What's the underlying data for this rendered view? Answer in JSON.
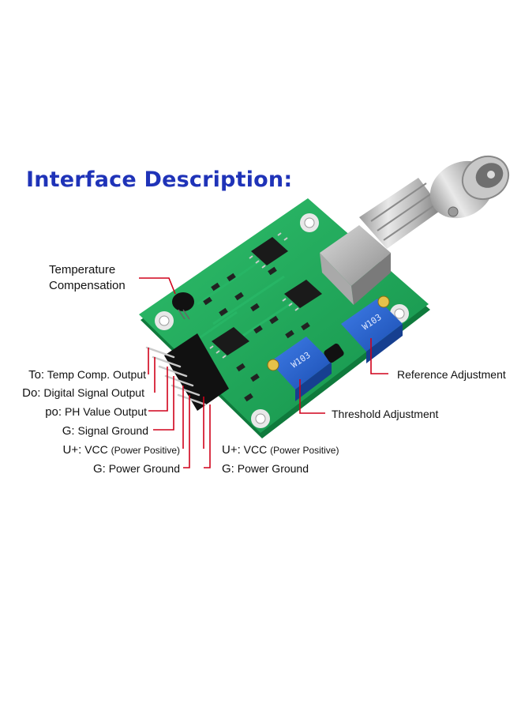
{
  "title": "Interface Description:",
  "temperature_label": [
    "Temperature",
    "Compensation"
  ],
  "pins_left": [
    {
      "code": "To:",
      "text": "Temp Comp. Output"
    },
    {
      "code": "Do:",
      "text": "Digital Signal Output"
    },
    {
      "code": "po:",
      "text": "PH Value Output"
    },
    {
      "code": "G:",
      "text": "Signal Ground"
    },
    {
      "code": "U+:",
      "text": "VCC",
      "note": "(Power Positive)"
    },
    {
      "code": "G:",
      "text": "Power Ground"
    }
  ],
  "pins_right": [
    {
      "code": "U+:",
      "text": "VCC",
      "note": "(Power Positive)"
    },
    {
      "code": "G:",
      "text": "Power Ground"
    }
  ],
  "reference_label": "Reference Adjustment",
  "threshold_label": "Threshold Adjustment",
  "pot_markings": [
    "W103",
    "W103"
  ],
  "colors": {
    "title": "#1f33b8",
    "leader": "#d0021b",
    "pcb": "#1fa75a"
  }
}
